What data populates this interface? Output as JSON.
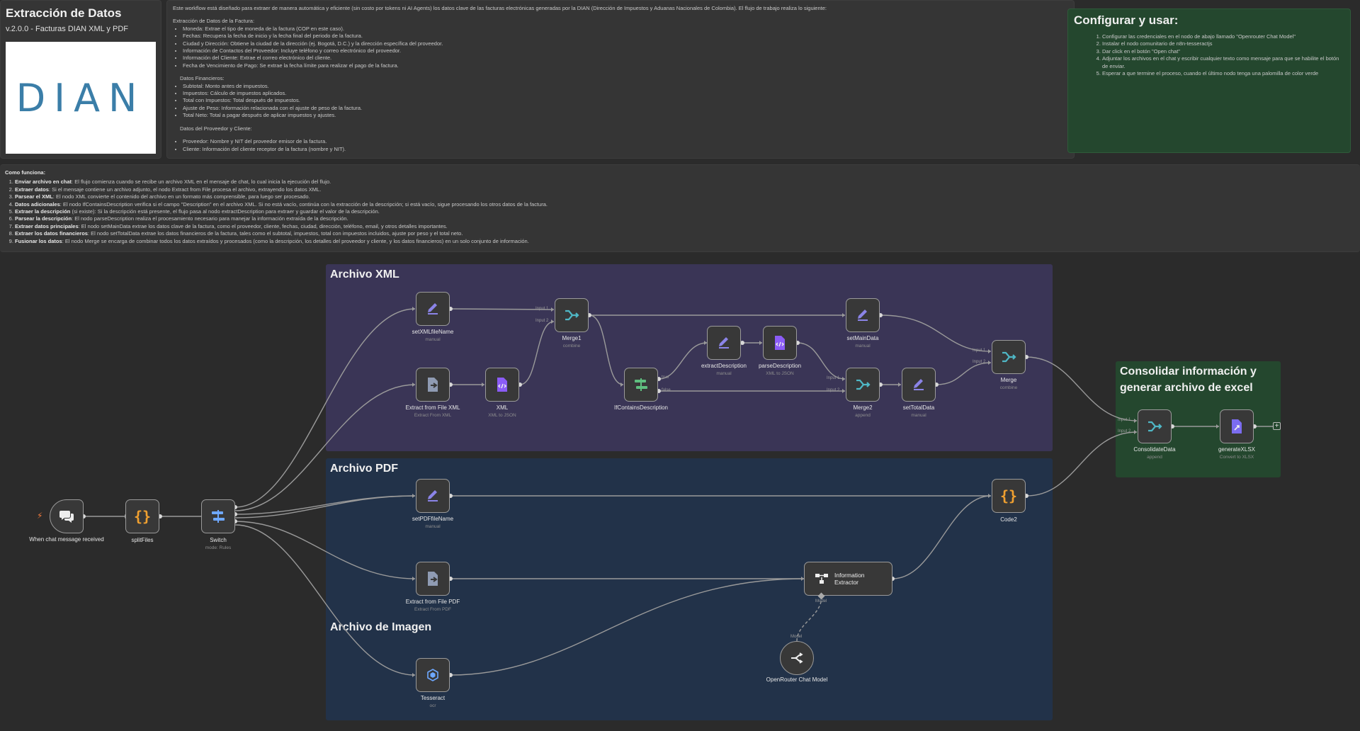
{
  "header": {
    "title": "Extracción de Datos",
    "subtitle": "v.2.0.0 - Facturas DIAN XML y PDF",
    "logo_text": "DIAN"
  },
  "intro": {
    "lead": "Este workflow está diseñado para extraer de manera automática y eficiente (sin costo por tokens ni AI Agents) los datos clave de las facturas electrónicas generadas por la DIAN (Dirección de Impuestos y Aduanas Nacionales de Colombia). El flujo de trabajo realiza lo siguiente:",
    "section1": "Extracción de Datos de la Factura:",
    "items1": [
      "Moneda: Extrae el tipo de moneda de la factura (COP en este caso).",
      "Fechas: Recupera la fecha de inicio y la fecha final del periodo de la factura.",
      "Ciudad y Dirección: Obtiene la ciudad de la dirección (ej. Bogotá, D.C.) y la dirección específica del proveedor.",
      "Información de Contactos del Proveedor: Incluye teléfono y correo electrónico del proveedor.",
      "Información del Cliente: Extrae el correo electrónico del cliente.",
      "Fecha de Vencimiento de Pago: Se extrae la fecha límite para realizar el pago de la factura."
    ],
    "section2": "Datos Financieros:",
    "items2": [
      "Subtotal: Monto antes de impuestos.",
      "Impuestos: Cálculo de impuestos aplicados.",
      "Total con Impuestos: Total después de impuestos.",
      "Ajuste de Peso: Información relacionada con el ajuste de peso de la factura.",
      "Total Neto: Total a pagar después de aplicar impuestos y ajustes."
    ],
    "section3": "Datos del Proveedor y Cliente:",
    "items3": [
      "Proveedor: Nombre y NIT del proveedor emisor de la factura.",
      "Cliente: Información del cliente receptor de la factura (nombre y NIT)."
    ]
  },
  "config": {
    "title": "Configurar y usar:",
    "steps": [
      "Configurar las credenciales en el nodo de abajo llamado \"Openrouter Chat Model\"",
      "Instalar el nodo comunitario de n8n-tesseractjs",
      "Dar click en el botón \"Open chat\"",
      "Adjuntar los archivos en el chat y escribir cualquier texto como mensaje para que se habilite el botón de enviar.",
      "Esperar a que termine el proceso, cuando el último nodo tenga una palomilla de color verde"
    ]
  },
  "how": {
    "title": "Como funciona:",
    "steps": [
      {
        "b": "Enviar archivo en chat",
        "t": ": El flujo comienza cuando se recibe un archivo XML en el mensaje de chat, lo cual inicia la ejecución del flujo."
      },
      {
        "b": "Extraer datos",
        "t": ": Si el mensaje contiene un archivo adjunto, el nodo Extract from File procesa el archivo, extrayendo los datos XML."
      },
      {
        "b": "Parsear el XML",
        "t": ": El nodo XML convierte el contenido del archivo en un formato más comprensible, para luego ser procesado."
      },
      {
        "b": "Datos adicionales",
        "t": ": El nodo IfContainsDescription verifica si el campo \"Description\" en el archivo XML. Si no está vacío, continúa con la extracción de la descripción; si está vacío, sigue procesando los otros datos de la factura."
      },
      {
        "b": "Extraer la descripción",
        "t": " (si existe): Si la descripción está presente, el flujo pasa al nodo extractDescription para extraer y guardar el valor de la descripción."
      },
      {
        "b": "Parsear la descripción",
        "t": ": El nodo parseDescription realiza el procesamiento necesario para manejar la información extraída de la descripción."
      },
      {
        "b": "Extraer datos principales",
        "t": ": El nodo setMainData extrae los datos clave de la factura, como el proveedor, cliente, fechas, ciudad, dirección, teléfono, email, y otros detalles importantes."
      },
      {
        "b": "Extraer los datos financieros",
        "t": ": El nodo setTotalData extrae los datos financieros de la factura, tales como el subtotal, impuestos, total con impuestos incluidos, ajuste por peso y el total neto."
      },
      {
        "b": "Fusionar los datos",
        "t": ": El nodo Merge se encarga de combinar todos los datos extraídos y procesados (como la descripción, los detalles del proveedor y cliente, y los datos financieros) en un solo conjunto de información."
      }
    ]
  },
  "groups": {
    "xml": "Archivo XML",
    "pdf": "Archivo PDF",
    "img": "Archivo de Imagen",
    "excel": "Consolidar información y generar archivo de excel"
  },
  "nodes": {
    "trigger": {
      "label": "When chat message received"
    },
    "splitFiles": {
      "label": "splitFiles"
    },
    "switch": {
      "label": "Switch",
      "sub": "mode: Rules"
    },
    "setXMLfileName": {
      "label": "setXMLfileName",
      "sub": "manual"
    },
    "extractXML": {
      "label": "Extract from File XML",
      "sub": "Extract From XML"
    },
    "xml": {
      "label": "XML",
      "sub": "XML to JSON"
    },
    "merge1": {
      "label": "Merge1",
      "sub": "combine"
    },
    "ifContains": {
      "label": "IfContainsDescription"
    },
    "extractDescription": {
      "label": "extractDescription",
      "sub": "manual"
    },
    "parseDescription": {
      "label": "parseDescription",
      "sub": "XML to JSON"
    },
    "setMainData": {
      "label": "setMainData",
      "sub": "manual"
    },
    "merge2": {
      "label": "Merge2",
      "sub": "append"
    },
    "setTotalData": {
      "label": "setTotalData",
      "sub": "manual"
    },
    "merge": {
      "label": "Merge",
      "sub": "combine"
    },
    "consolidate": {
      "label": "ConsolidateData",
      "sub": "append"
    },
    "generateXLSX": {
      "label": "generateXLSX",
      "sub": "Convert to XLSX"
    },
    "setPDF": {
      "label": "setPDFfileName",
      "sub": "manual"
    },
    "extractPDF": {
      "label": "Extract from File PDF",
      "sub": "Extract From PDF"
    },
    "code2": {
      "label": "Code2"
    },
    "infoExtractor": {
      "label": "Information Extractor"
    },
    "openrouter": {
      "label": "OpenRouter Chat Model"
    },
    "tesseract": {
      "label": "Tesseract",
      "sub": "ocr"
    }
  },
  "ports": {
    "input1": "Input 1",
    "input2": "Input 2",
    "true": "true",
    "false": "false",
    "model": "Model"
  },
  "colors": {
    "canvas": "#2b2b2b",
    "xml_group": "#3a3556",
    "pdf_group": "#223249",
    "excel_group": "#24472e",
    "config_note": "#24472e",
    "accent_purple": "#8b84e8",
    "accent_orange": "#f0a030",
    "accent_teal": "#4fb7c5",
    "accent_green": "#5fbf7f"
  }
}
